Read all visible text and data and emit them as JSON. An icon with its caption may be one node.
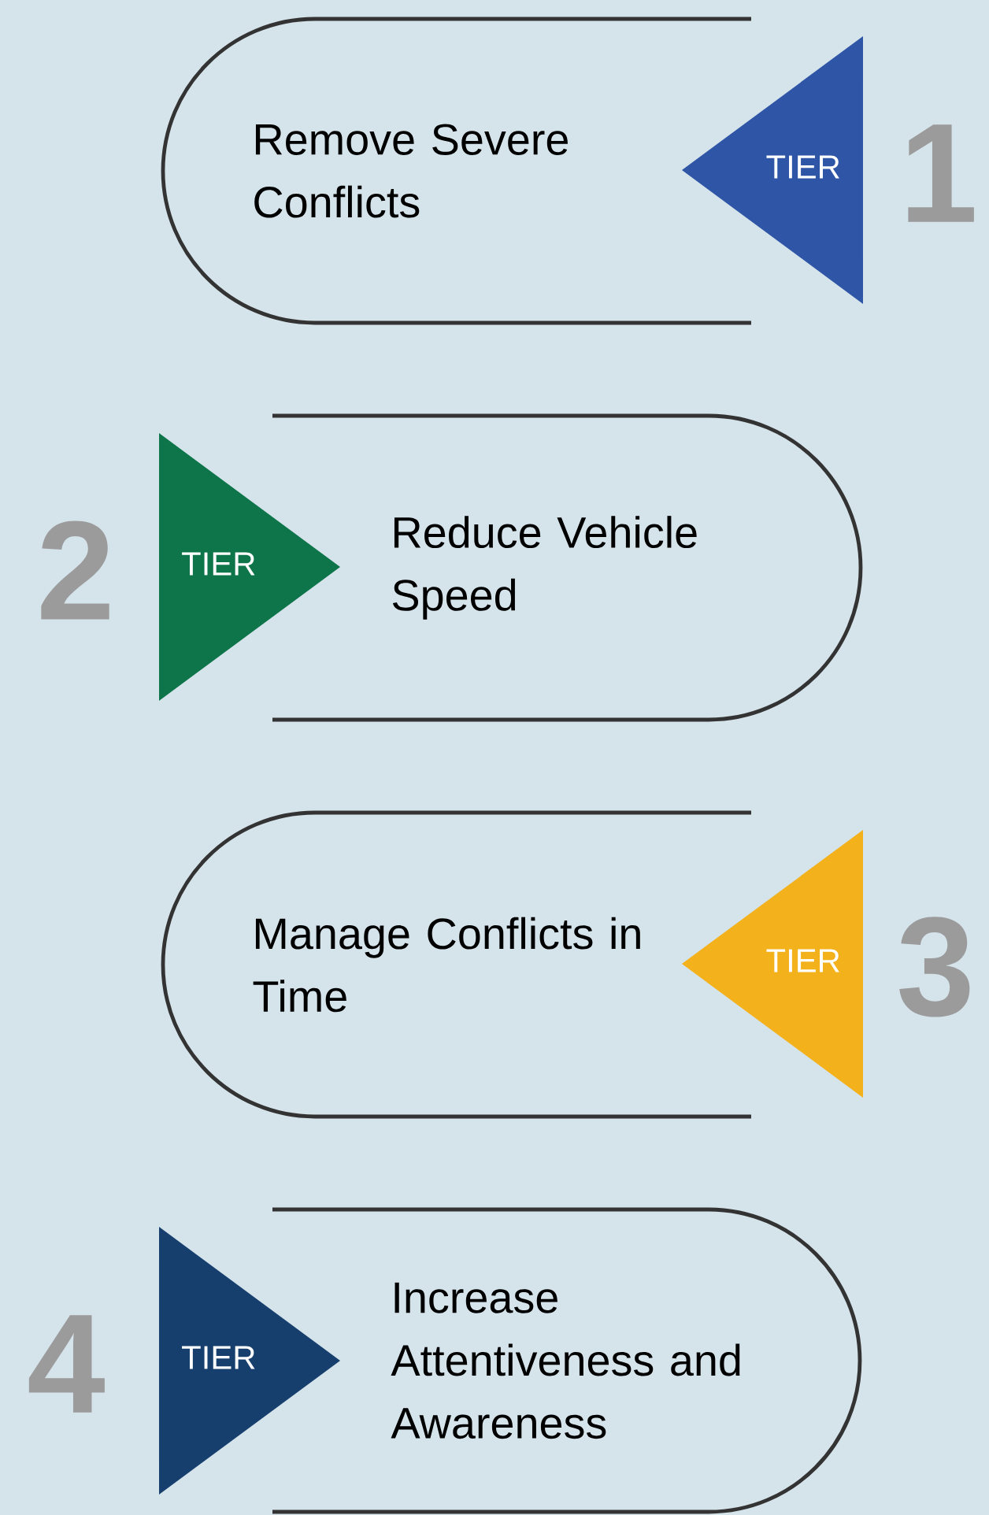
{
  "diagram": {
    "nodes": [
      {
        "text": [
          "Remove Severe Conflicts"
        ]
      },
      {
        "text": [
          "TIER"
        ],
        "beside": [
          "1"
        ]
      },
      {
        "text": [
          "TIER"
        ],
        "beside": [
          "2"
        ]
      },
      {
        "text": [
          "Reduce Vehicle Speed"
        ]
      },
      {
        "text": [
          "Manage Conflicts in Time"
        ]
      },
      {
        "text": [
          "TIER"
        ],
        "beside": [
          "3"
        ]
      },
      {
        "text": [
          "TIER"
        ],
        "beside": [
          "4"
        ]
      },
      {
        "text": [
          "Increase Attentiveness and Awareness"
        ]
      }
    ]
  }
}
